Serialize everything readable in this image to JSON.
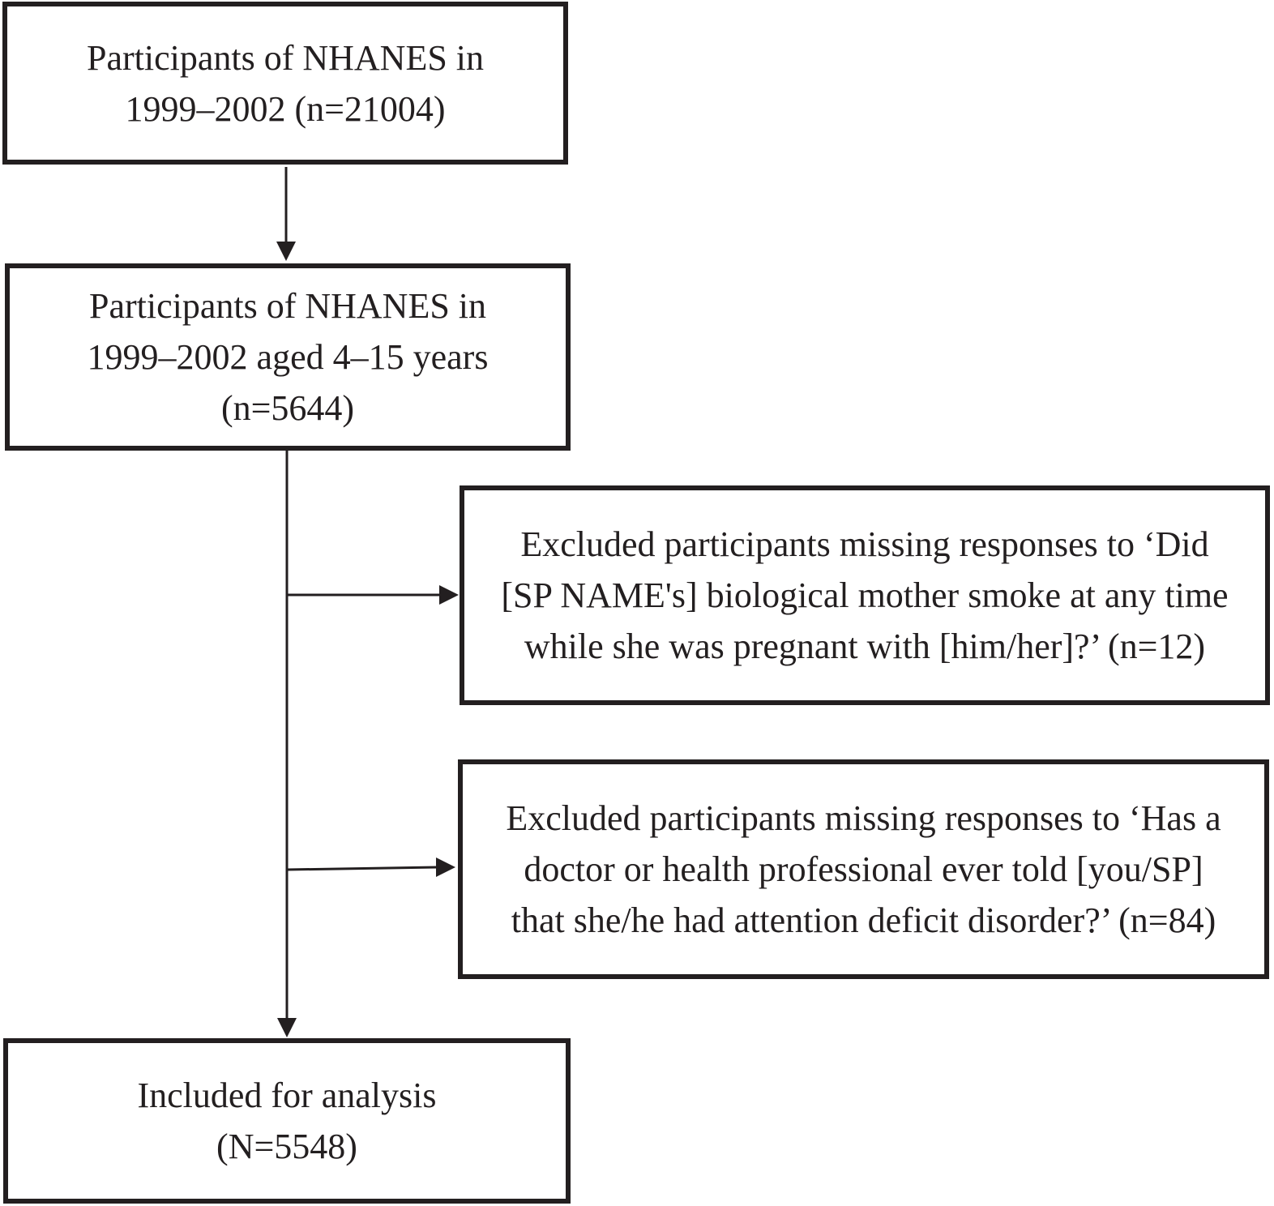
{
  "flowchart": {
    "boxes": [
      {
        "id": "participants-total",
        "lines": [
          "Participants of NHANES in",
          "1999–2002 (n=21004)"
        ]
      },
      {
        "id": "participants-aged",
        "lines": [
          "Participants of NHANES in",
          "1999–2002 aged 4–15 years",
          "(n=5644)"
        ]
      },
      {
        "id": "excluded-smoking",
        "lines": [
          "Excluded participants missing responses to ‘Did",
          "[SP NAME's] biological mother smoke at any time",
          "while she was pregnant with [him/her]?’ (n=12)"
        ]
      },
      {
        "id": "excluded-add",
        "lines": [
          "Excluded participants missing responses to ‘Has a",
          "doctor or health professional ever told [you/SP]",
          "that she/he had attention deficit disorder?’ (n=84)"
        ]
      },
      {
        "id": "included",
        "lines": [
          "Included for analysis",
          "(N=5548)"
        ]
      }
    ],
    "line_color": "#231f20"
  }
}
